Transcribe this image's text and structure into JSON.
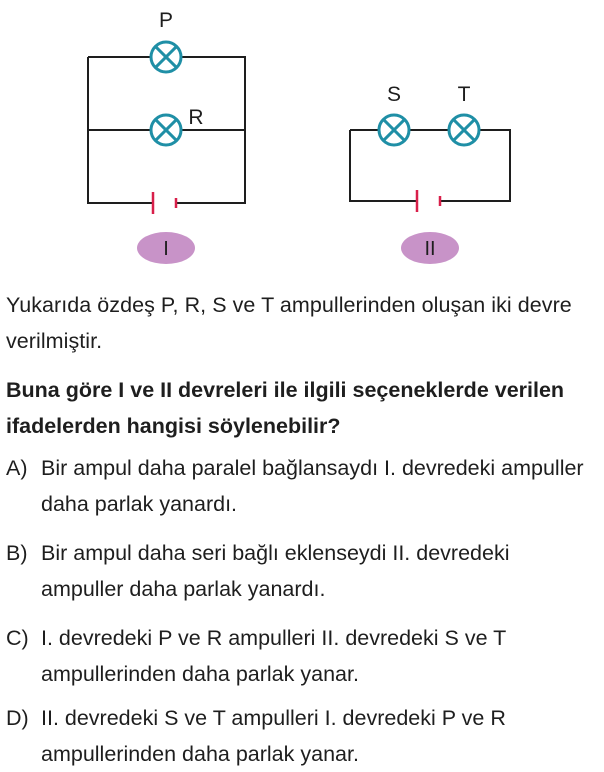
{
  "figure": {
    "circuit_1": {
      "label": "I",
      "bulb_top": "P",
      "bulb_middle": "R"
    },
    "circuit_2": {
      "label": "II",
      "bulb_left": "S",
      "bulb_right": "T"
    },
    "colors": {
      "wire": "#1e1e1e",
      "bulb": "#1f8fa6",
      "battery": "#d81f4a",
      "label_badge": "#c893c8"
    }
  },
  "question": {
    "stem": "Yukarıda özdeş P, R, S ve T ampullerinden oluşan iki devre verilmiştir.",
    "prompt": "Buna göre I ve II devreleri ile ilgili seçeneklerde verilen ifadelerden hangisi söylenebilir?",
    "options": [
      {
        "label": "A)",
        "text": "Bir ampul daha paralel bağlansaydı I. devredeki ampuller daha parlak yanardı."
      },
      {
        "label": "B)",
        "text": "Bir ampul daha seri bağlı eklenseydi II. devredeki ampuller daha parlak yanardı."
      },
      {
        "label": "C)",
        "text": "I. devredeki P ve R ampulleri II. devredeki S ve T ampullerinden daha parlak yanar."
      },
      {
        "label": "D)",
        "text": "II. devredeki S ve T ampulleri I. devredeki P ve R ampullerinden daha parlak yanar."
      }
    ]
  }
}
